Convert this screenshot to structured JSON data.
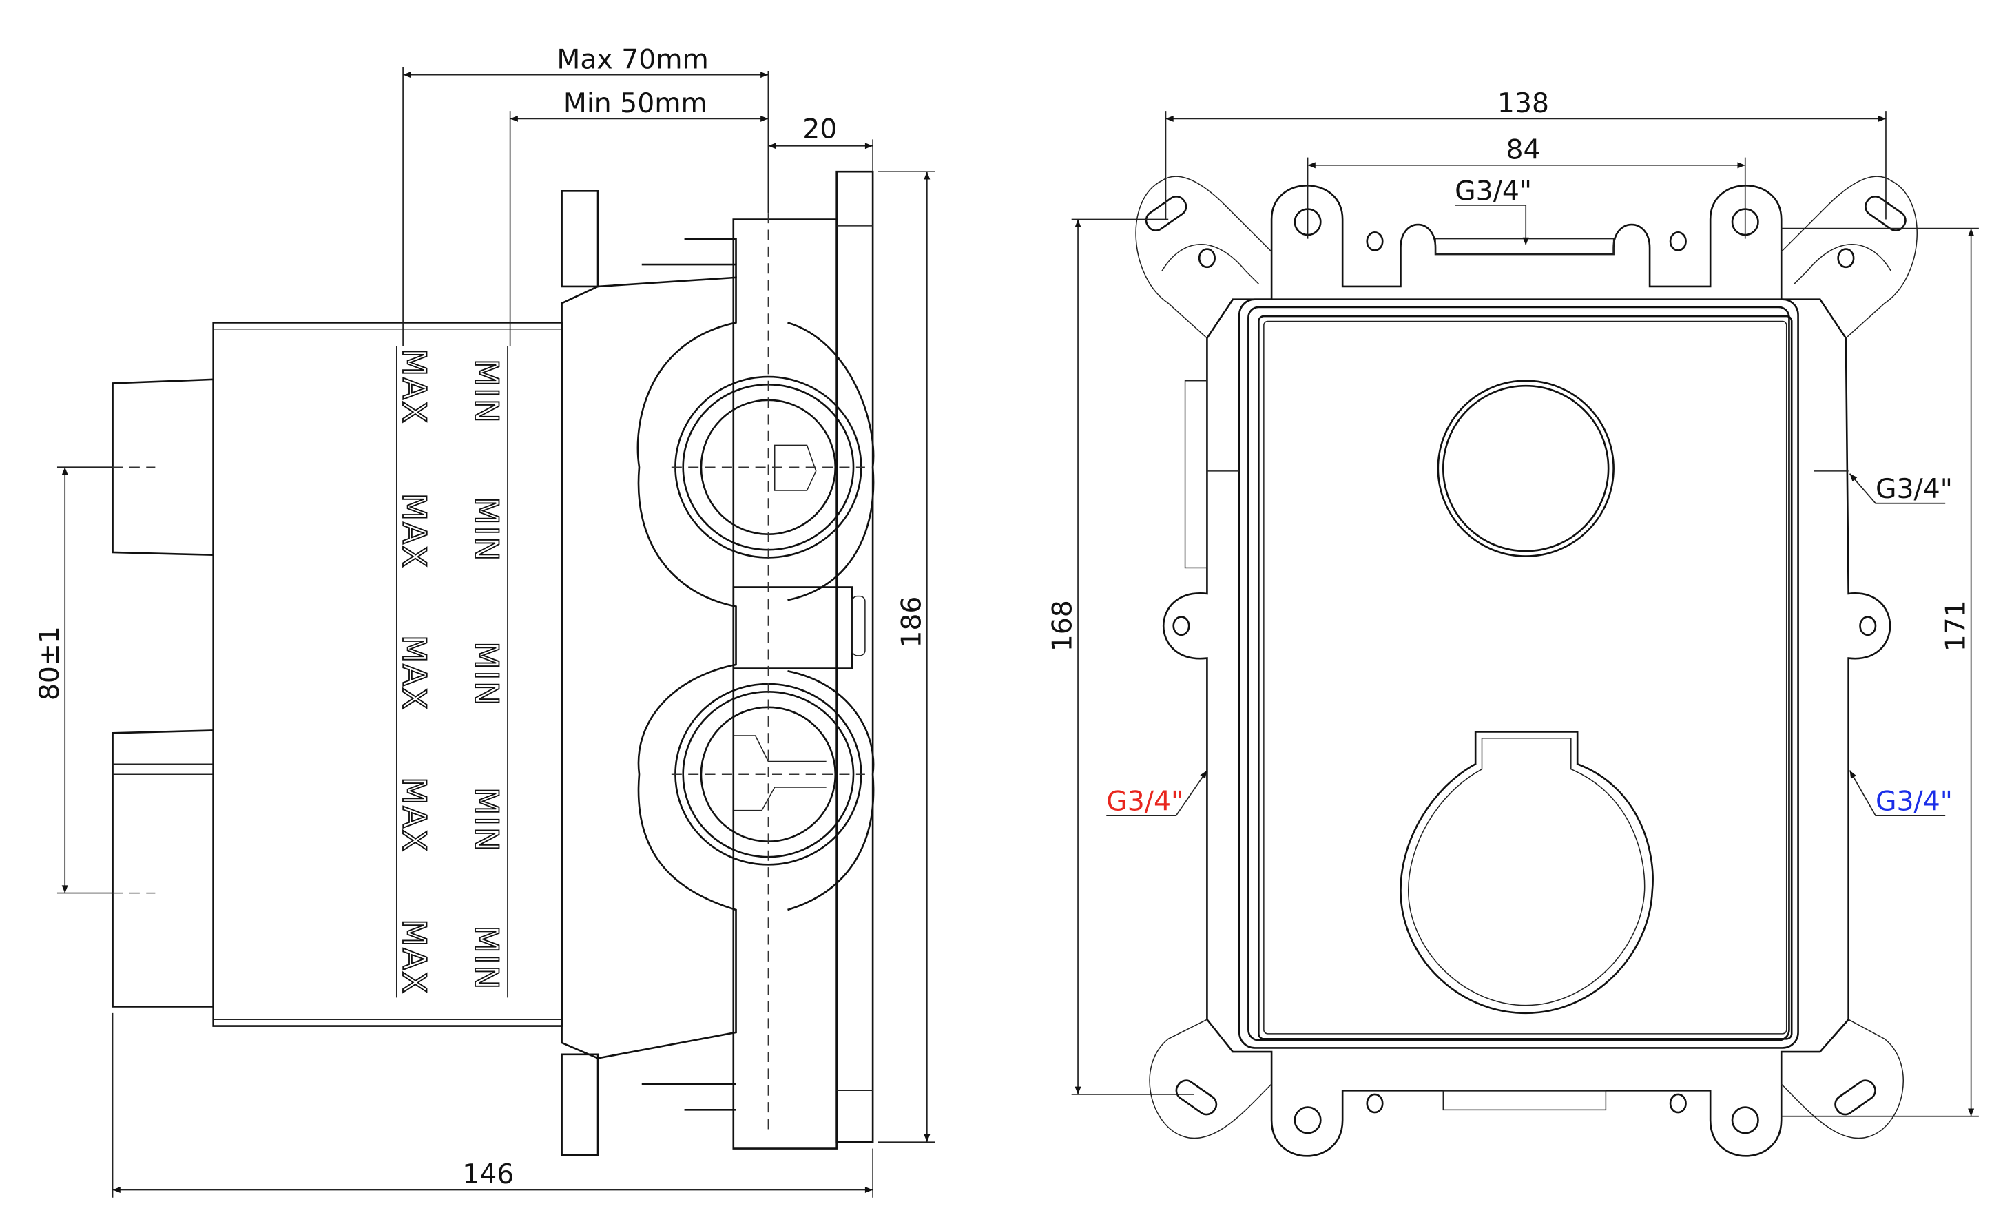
{
  "side_view": {
    "dim_max_depth": "Max 70mm",
    "dim_min_depth": "Min 50mm",
    "dim_flange": "20",
    "dim_height": "186",
    "dim_length": "146",
    "dim_outlet_spacing": "80±1",
    "depth_marks_max": [
      "MAX",
      "MAX",
      "MAX",
      "MAX",
      "MAX"
    ],
    "depth_marks_min": [
      "MIN",
      "MIN",
      "MIN",
      "MIN",
      "MIN"
    ]
  },
  "front_view": {
    "dim_overall_width": "138",
    "dim_hole_spacing": "84",
    "dim_left_height": "168",
    "dim_right_height": "171",
    "connection_top": "G3/4\"",
    "connection_right": "G3/4\"",
    "connection_hot": "G3/4\"",
    "connection_cold": "G3/4\""
  },
  "colors": {
    "hot": "#e8261e",
    "cold": "#1a2ee8",
    "line": "#111111"
  }
}
